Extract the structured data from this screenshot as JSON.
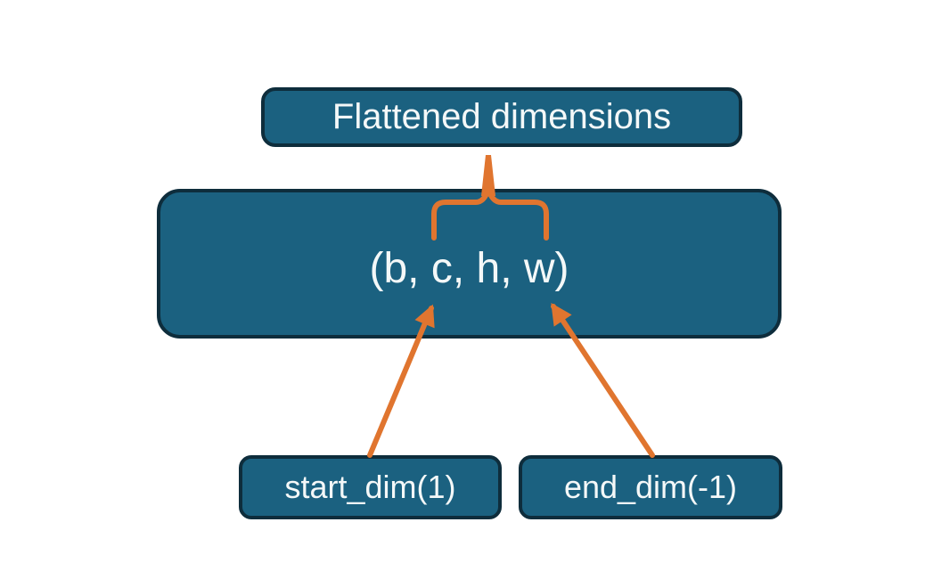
{
  "diagram": {
    "top_box": {
      "label": "Flattened dimensions"
    },
    "tensor_box": {
      "label": "(b, c, h, w)"
    },
    "start_dim_box": {
      "label": "start_dim(1)"
    },
    "end_dim_box": {
      "label": "end_dim(-1)"
    },
    "colors": {
      "box_fill": "#1b6180",
      "box_border": "#0e2d3c",
      "connector_orange": "#e0752f",
      "label_text": "#f4f8f8",
      "background": "#ffffff"
    }
  }
}
